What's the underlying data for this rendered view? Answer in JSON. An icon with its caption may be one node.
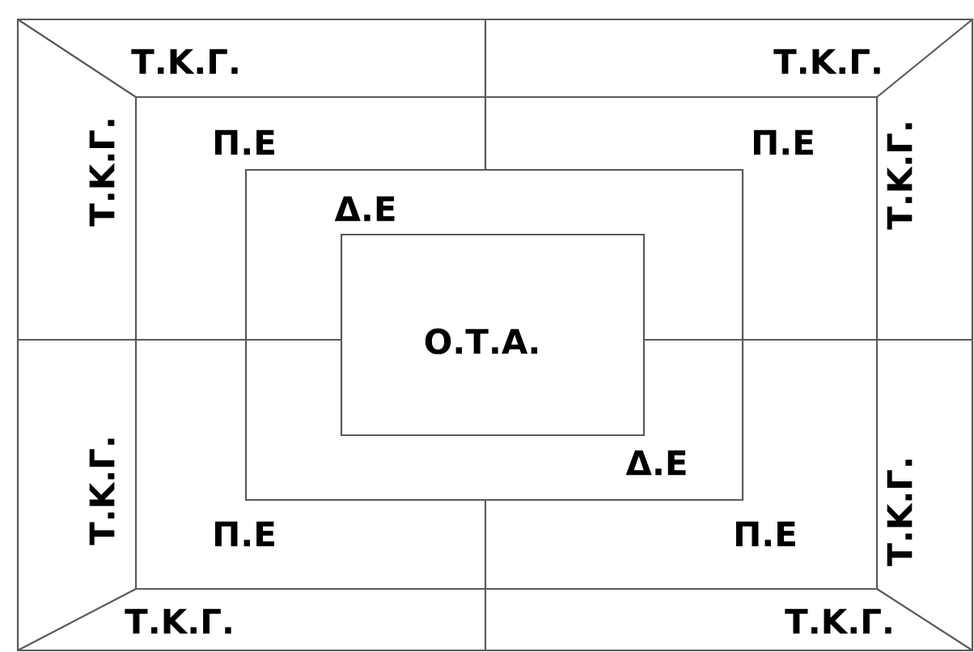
{
  "diagram": {
    "nodes": [
      {
        "text": [
          "Τ.Κ.Γ.",
          "Τ.Κ.Γ.",
          "Τ.Κ.Γ.",
          "Τ.Κ.Γ.",
          "Τ.Κ.Γ.",
          "Τ.Κ.Γ.",
          "Τ.Κ.Γ.",
          "Τ.Κ.Γ."
        ]
      },
      {
        "text": [
          "Π.Ε",
          "Π.Ε",
          "Π.Ε",
          "Π.Ε"
        ],
        "in": 0
      },
      {
        "text": [
          "Δ.Ε",
          "Δ.Ε"
        ],
        "in": 1
      },
      {
        "text": [
          "Ο.Τ.Α."
        ],
        "in": 2
      }
    ]
  }
}
